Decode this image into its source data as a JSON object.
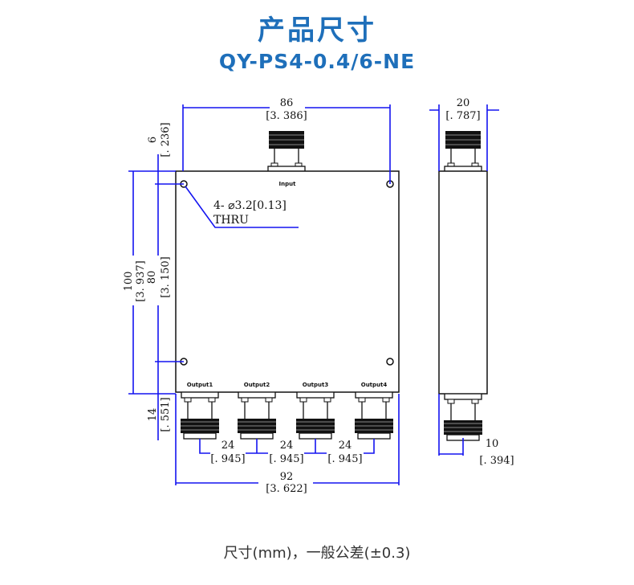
{
  "header": {
    "title": "产品尺寸",
    "model": "QY-PS4-0.4/6-NE"
  },
  "drawing": {
    "width_mm": "86",
    "width_in": "[3. 386]",
    "height_mm": "100",
    "height_in": "[3. 937]",
    "hole_spacing_v_mm": "80",
    "hole_spacing_v_in": "[3. 150]",
    "hole_offset_mm": "6",
    "hole_offset_in": "[. 236]",
    "connector_len_mm": "14",
    "connector_len_in": "[. 551]",
    "pitch": [
      {
        "mm": "24",
        "in": "[. 945]"
      },
      {
        "mm": "24",
        "in": "[. 945]"
      },
      {
        "mm": "24",
        "in": "[. 945]"
      }
    ],
    "total_width_mm": "92",
    "total_width_in": "[3. 622]",
    "depth_mm": "20",
    "depth_in": "[. 787]",
    "conn_offset_mm": "10",
    "conn_offset_in": "[. 394]",
    "hole_note_1": "4-  ⌀3.2[0.13]",
    "hole_note_2": "THRU",
    "input_label": "Input",
    "output_labels": [
      "Output1",
      "Output2",
      "Output3",
      "Output4"
    ]
  },
  "caption": "尺寸(mm)，一般公差(±0.3)",
  "colors": {
    "title": "#1e6fba",
    "dimension": "#1414f0"
  }
}
